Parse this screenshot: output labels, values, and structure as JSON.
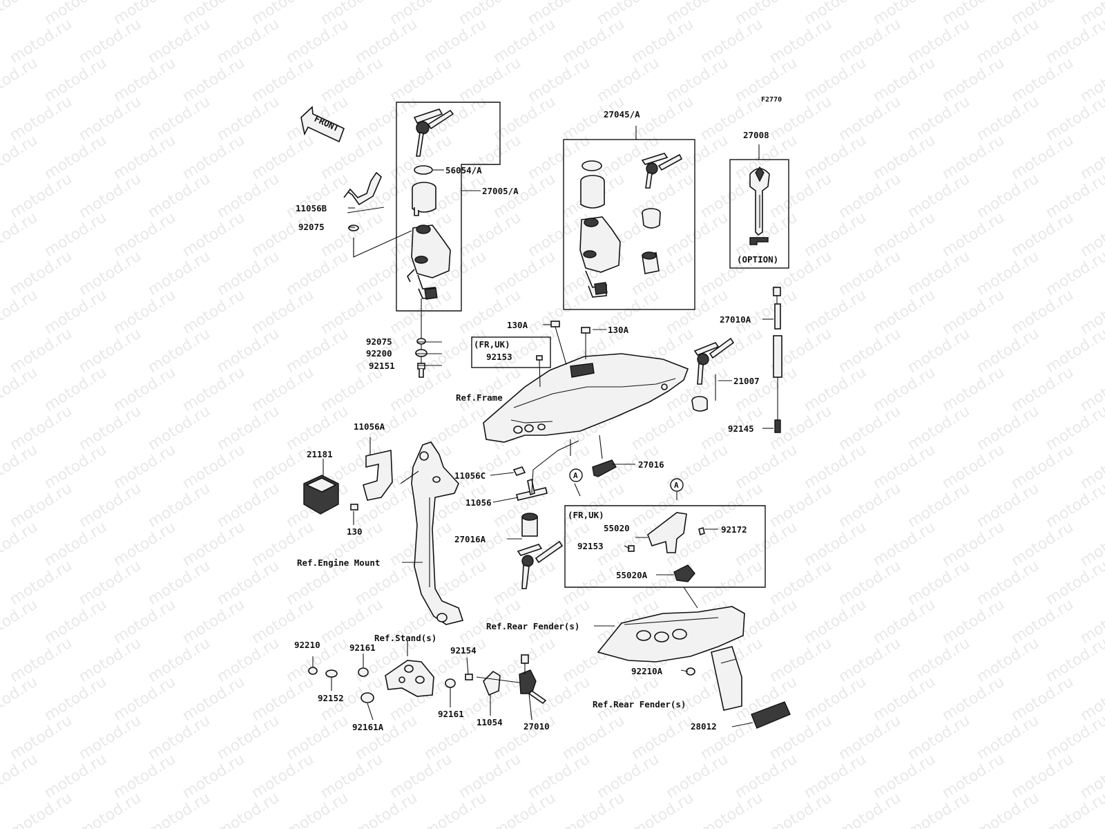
{
  "watermark": "motod.ru",
  "diagram_code": "F2770",
  "front_arrow_label": "FRONT",
  "labels": {
    "p27045A": "27045/A",
    "p27008": "27008",
    "option": "(OPTION)",
    "p56054A": "56054/A",
    "p11056B": "11056B",
    "p92075a": "92075",
    "p27005A": "27005/A",
    "p92075b": "92075",
    "p92200": "92200",
    "p92151": "92151",
    "p130Aa": "130A",
    "p130Ab": "130A",
    "frukA": "(FR,UK)",
    "p92153a": "92153",
    "refFrame": "Ref.Frame",
    "p27010A": "27010A",
    "p21007": "21007",
    "p92145": "92145",
    "p11056A": "11056A",
    "p21181": "21181",
    "p130": "130",
    "p11056C": "11056C",
    "p11056": "11056",
    "p27016": "27016",
    "circleA1": "A",
    "circleA2": "A",
    "p27016A": "27016A",
    "refEngineMount": "Ref.Engine Mount",
    "frukB": "(FR,UK)",
    "p55020": "55020",
    "p92172": "92172",
    "p92153b": "92153",
    "p55020A": "55020A",
    "refRearFender1": "Ref.Rear Fender(s)",
    "refStand": "Ref.Stand(s)",
    "p92210": "92210",
    "p92161a": "92161",
    "p92154": "92154",
    "p92152": "92152",
    "p92161A": "92161A",
    "p92161b": "92161",
    "p11054": "11054",
    "p27010": "27010",
    "p92210A": "92210A",
    "refRearFender2": "Ref.Rear Fender(s)",
    "p28012": "28012"
  }
}
